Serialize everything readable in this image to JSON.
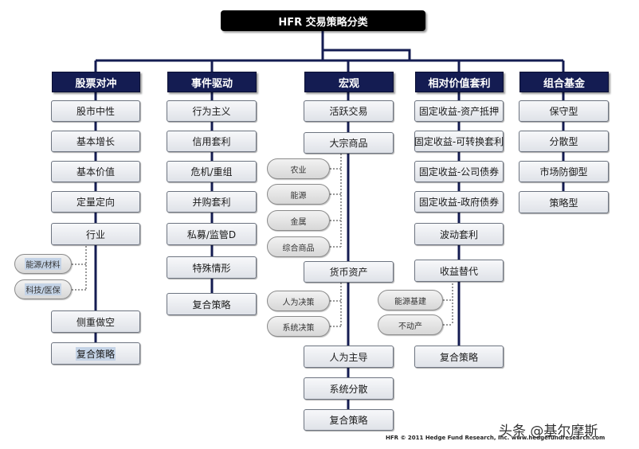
{
  "title": "HFR 交易策略分类",
  "columns": [
    {
      "header": "股票对冲",
      "items": [
        "股市中性",
        "基本增长",
        "基本价值",
        "定量定向",
        "行业",
        "侧重做空",
        "复合策略"
      ],
      "pills": [
        "能源/材料",
        "科技/医保"
      ]
    },
    {
      "header": "事件驱动",
      "items": [
        "行为主义",
        "信用套利",
        "危机/重组",
        "并购套利",
        "私募/监管D",
        "特殊情形",
        "复合策略"
      ]
    },
    {
      "header": "宏观",
      "items": [
        "活跃交易",
        "大宗商品",
        "货币资产",
        "人为主导",
        "系统分散",
        "复合策略"
      ],
      "pills_commodity": [
        "农业",
        "能源",
        "金属",
        "综合商品"
      ],
      "pills_currency": [
        "人为决策",
        "系统决策"
      ]
    },
    {
      "header": "相对价值套利",
      "items": [
        "固定收益-资产抵押",
        "固定收益-可转换套利",
        "固定收益-公司债券",
        "固定收益-政府债券",
        "波动套利",
        "收益替代",
        "复合策略"
      ],
      "pills": [
        "能源基建",
        "不动产"
      ]
    },
    {
      "header": "组合基金",
      "items": [
        "保守型",
        "分散型",
        "市场防御型",
        "策略型"
      ]
    }
  ],
  "footer": "HFR © 2011 Hedge Fund Research, Inc.   www.hedgefundresearch.com",
  "watermark": {
    "prefix": "头条",
    "handle": "@基尔摩斯"
  },
  "colors": {
    "header_bg": "#141c52",
    "title_bg": "#000000",
    "line": "#141c52"
  }
}
